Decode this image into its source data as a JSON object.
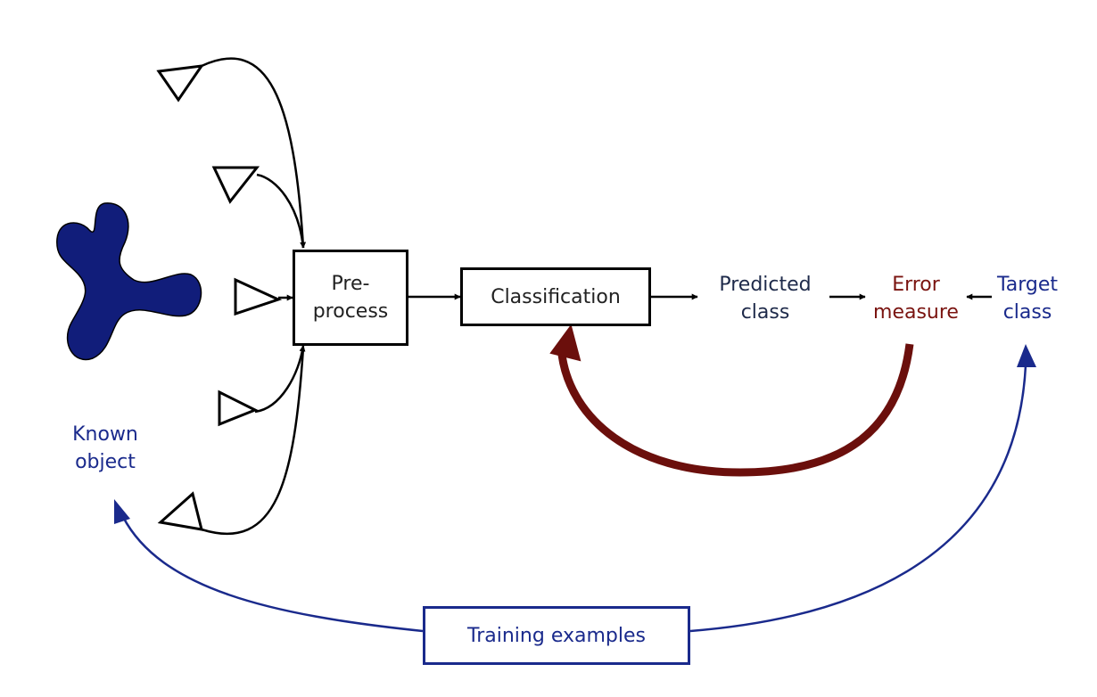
{
  "diagram": {
    "preprocess_label": "Pre- process",
    "preprocess_line1": "Pre-",
    "preprocess_line2": "process",
    "classification_label": "Classification",
    "predicted_line1": "Predicted",
    "predicted_line2": "class",
    "error_line1": "Error",
    "error_line2": "measure",
    "target_line1": "Target",
    "target_line2": "class",
    "known_line1": "Known",
    "known_line2": "object",
    "training_label": "Training examples"
  },
  "colors": {
    "blue": "#1a2a8c",
    "dark_red": "#7a1410",
    "object_fill": "#111d7a",
    "black": "#000000"
  },
  "icons": [
    "sensor-icon",
    "known-object-shape"
  ]
}
